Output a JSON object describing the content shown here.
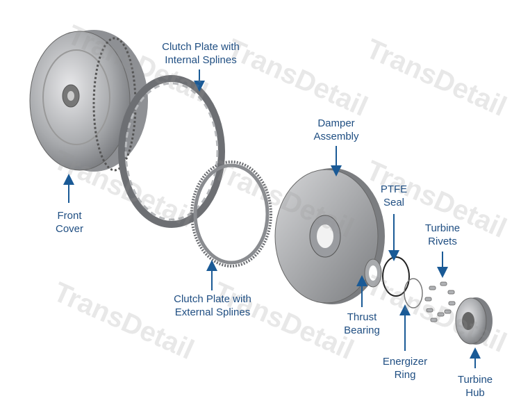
{
  "watermark": "TransDetail",
  "colors": {
    "label": "#1f4e82",
    "arrow": "#1a5a96"
  },
  "labels": {
    "clutch_internal": [
      "Clutch Plate with",
      "Internal Splines"
    ],
    "front_cover": [
      "Front",
      "Cover"
    ],
    "damper": [
      "Damper",
      "Assembly"
    ],
    "ptfe_seal": [
      "PTFE",
      "Seal"
    ],
    "turbine_rivets": [
      "Turbine",
      "Rivets"
    ],
    "clutch_external": [
      "Clutch Plate with",
      "External Splines"
    ],
    "thrust_bearing": [
      "Thrust",
      "Bearing"
    ],
    "energizer_ring": [
      "Energizer",
      "Ring"
    ],
    "turbine_hub": [
      "Turbine",
      "Hub"
    ]
  }
}
